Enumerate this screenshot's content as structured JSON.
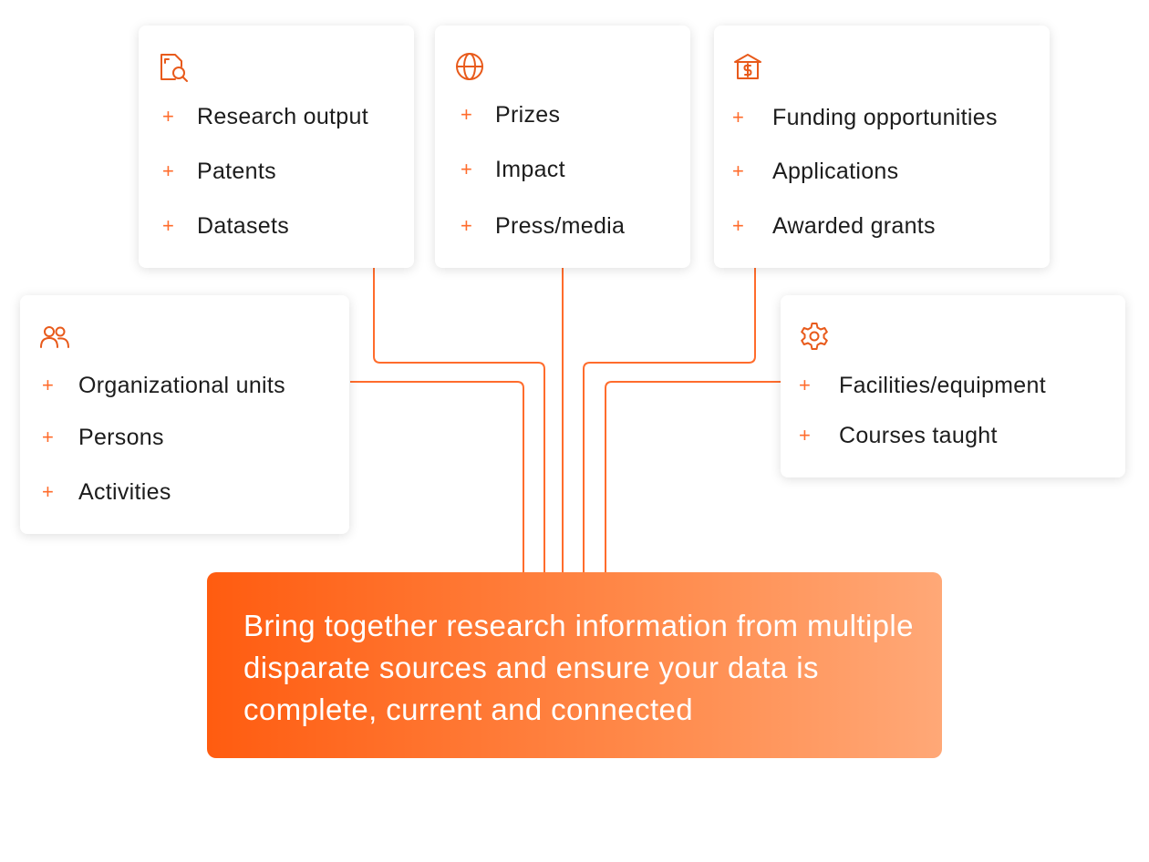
{
  "cards": {
    "research": {
      "icon": "document-search-icon",
      "items": [
        "Research output",
        "Patents",
        "Datasets"
      ]
    },
    "engagement": {
      "icon": "globe-icon",
      "items": [
        "Prizes",
        "Impact",
        "Press/media"
      ]
    },
    "funding": {
      "icon": "bank-dollar-icon",
      "items": [
        "Funding opportunities",
        "Applications",
        "Awarded grants"
      ]
    },
    "people": {
      "icon": "people-icon",
      "items": [
        "Organizational units",
        "Persons",
        "Activities"
      ]
    },
    "infrastructure": {
      "icon": "gear-icon",
      "items": [
        "Facilities/equipment",
        "Courses taught"
      ]
    }
  },
  "bullet_symbol": "+",
  "banner": {
    "text": "Bring together research information from multiple disparate sources and ensure your data is complete, current and connected"
  },
  "colors": {
    "accent": "#ff6c2c",
    "banner_start": "#ff5c10",
    "banner_end": "#ffa877",
    "text": "#1c1c1c"
  }
}
